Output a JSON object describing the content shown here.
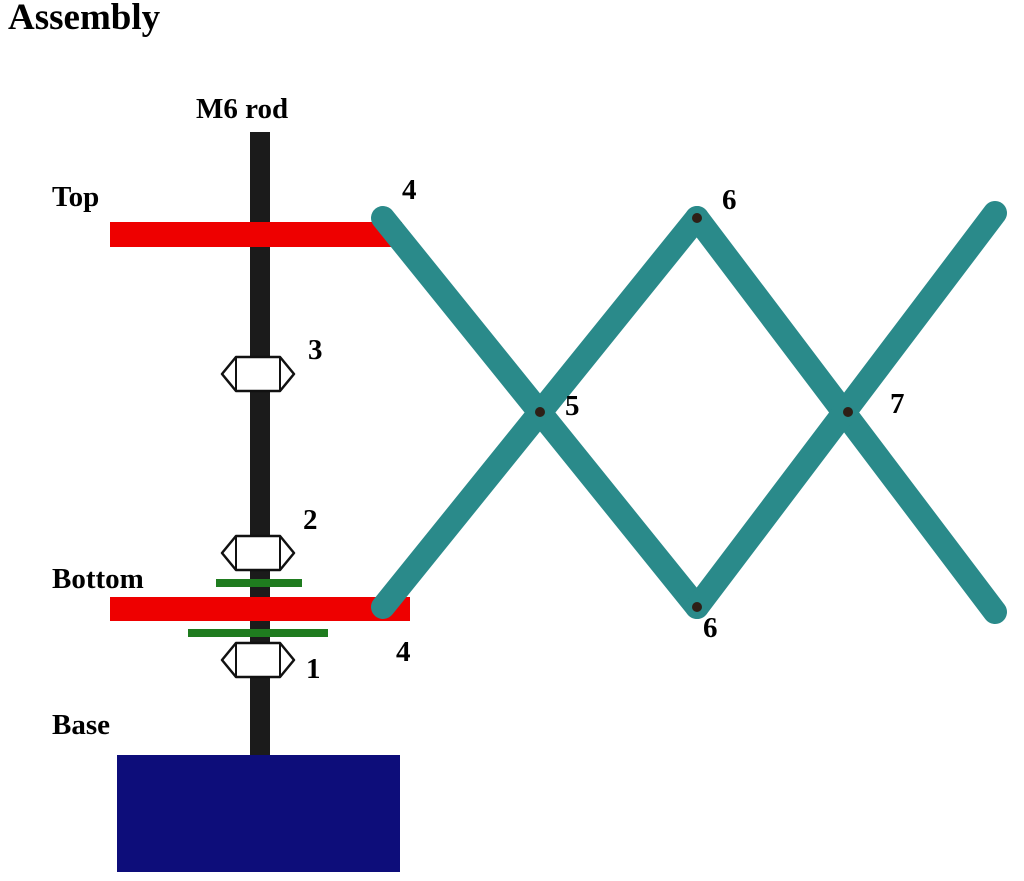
{
  "title": "Assembly",
  "labels": {
    "rod": "M6 rod",
    "top": "Top",
    "bottom": "Bottom",
    "base": "Base"
  },
  "numbers": {
    "n1": "1",
    "n2": "2",
    "n3": "3",
    "n4_top": "4",
    "n4_bottom": "4",
    "n5": "5",
    "n6_top": "6",
    "n6_bottom": "6",
    "n7": "7"
  },
  "colors": {
    "platform_red": "#ee0000",
    "scissor_teal": "#2a8a8a",
    "base_navy": "#0d0d7a",
    "washer_green": "#1f7c1f",
    "rod_black": "#1b1b1b"
  }
}
